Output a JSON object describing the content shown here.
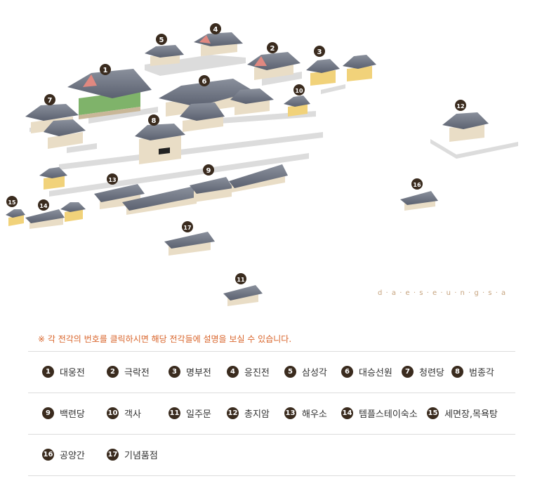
{
  "watermark": "d · a · e · s · e · u · n · g · s · a",
  "notice": "※ 각 전각의 번호를 클릭하시면 해당 전각들에 설명을 보실 수 있습니다.",
  "colors": {
    "badge": "#3a2b1e",
    "notice": "#d9652b",
    "watermark": "#c6a37e",
    "roof": "#6e7582",
    "wall": "#e9ddc6"
  },
  "map_badges": [
    "1",
    "2",
    "3",
    "4",
    "5",
    "6",
    "7",
    "8",
    "9",
    "10",
    "11",
    "12",
    "13",
    "14",
    "15",
    "16",
    "17"
  ],
  "legend": {
    "rows": [
      [
        {
          "num": "1",
          "name": "대웅전"
        },
        {
          "num": "2",
          "name": "극락전"
        },
        {
          "num": "3",
          "name": "명부전"
        },
        {
          "num": "4",
          "name": "응진전"
        },
        {
          "num": "5",
          "name": "삼성각"
        },
        {
          "num": "6",
          "name": "대승선원"
        },
        {
          "num": "7",
          "name": "청련당"
        },
        {
          "num": "8",
          "name": "범종각"
        }
      ],
      [
        {
          "num": "9",
          "name": "백련당"
        },
        {
          "num": "10",
          "name": "객사"
        },
        {
          "num": "11",
          "name": "일주문"
        },
        {
          "num": "12",
          "name": "총지암"
        },
        {
          "num": "13",
          "name": "해우소"
        },
        {
          "num": "14",
          "name": "템플스테이숙소"
        },
        {
          "num": "15",
          "name": "세면장,목욕탕"
        }
      ],
      [
        {
          "num": "16",
          "name": "공양간"
        },
        {
          "num": "17",
          "name": "기념품점"
        }
      ]
    ]
  }
}
